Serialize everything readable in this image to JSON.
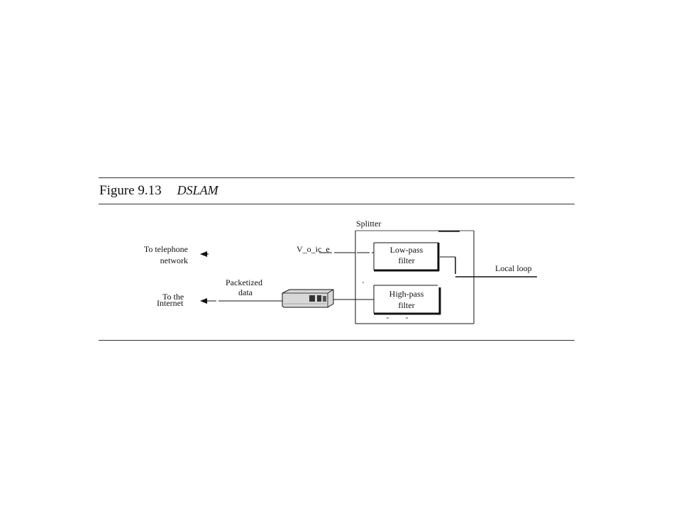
{
  "figure": {
    "number": "Figure 9.13",
    "title": "DSLAM"
  },
  "labels": {
    "splitter": "Splitter",
    "to_telephone_1": "To telephone",
    "to_telephone_2": "network",
    "voice": "V_o_ic_e",
    "packetized_1": "Packetized",
    "packetized_2": "data",
    "to_internet_1": "To the",
    "to_internet_2": "Internet",
    "lowpass_1": "Low-pass",
    "lowpass_2": "filter",
    "highpass_1": "High-pass",
    "highpass_2": "filter",
    "local_loop": "Local loop"
  },
  "colors": {
    "ink": "#111111",
    "modem_body": "#d8d8d8"
  }
}
